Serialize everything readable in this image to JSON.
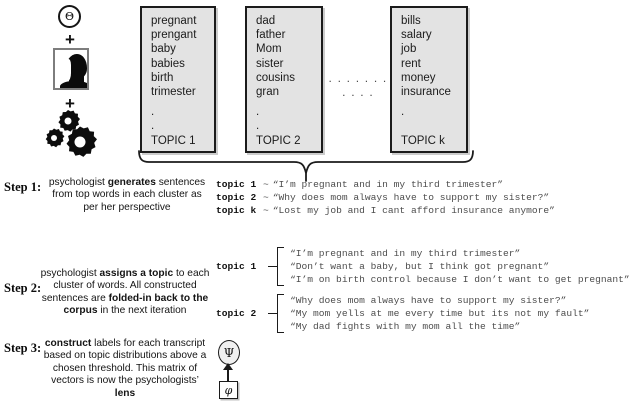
{
  "icon_stack": {
    "theta_symbol": "Θ",
    "plus_1": "+",
    "plus_2": "+",
    "silhouette_icon_name": "person-silhouette-icon",
    "gears_icon_name": "gears-icon"
  },
  "topic_boxes": [
    {
      "id": "topic-1",
      "words": [
        "pregnant",
        "prengant",
        "baby",
        "babies",
        "birth",
        "trimester"
      ],
      "dots": [
        ".",
        "."
      ],
      "label": "TOPIC 1"
    },
    {
      "id": "topic-2",
      "words": [
        "dad",
        "father",
        "Mom",
        "sister",
        "cousins",
        "gran"
      ],
      "dots": [
        ".",
        "."
      ],
      "label": "TOPIC 2"
    },
    {
      "id": "topic-k",
      "words": [
        "bills",
        "salary",
        "job",
        "rent",
        "money",
        "insurance"
      ],
      "dots": [
        ".",
        ""
      ],
      "label": "TOPIC k"
    }
  ],
  "between_boxes_ellipsis": ". . . . . . . . . . .",
  "steps": [
    {
      "label": "Step 1:",
      "description_html": "psychologist <b>generates</b> sentences from top words in each cluster as per her perspective"
    },
    {
      "label": "Step 2:",
      "description_html": "psychologist <b>assigns a topic</b> to each cluster of words. All constructed sentences are <b>folded-in back to the corpus</b> in the next iteration"
    },
    {
      "label": "Step 3:",
      "description_html": "<b>construct</b> labels for each transcript based on topic distributions above a chosen threshold. This matrix of vectors is now the psychologists&rsquo; <b>lens</b>"
    }
  ],
  "step1_sentences": [
    {
      "topic": "topic 1",
      "tilde": "~",
      "text": "“I’m pregnant and in my third trimester”"
    },
    {
      "topic": "topic 2",
      "tilde": "~",
      "text": "“Why does mom always have to support my sister?”"
    },
    {
      "topic": "topic k",
      "tilde": "~",
      "text": "“Lost my job and I cant afford insurance anymore”"
    }
  ],
  "step2_groups": [
    {
      "topic": "topic 1",
      "sentences": [
        "“I’m pregnant and in my third trimester”",
        "“Don’t want a baby, but I think got pregnant”",
        "“I’m on birth control because I don’t want to get pregnant”"
      ]
    },
    {
      "topic": "topic 2",
      "sentences": [
        "“Why does mom always have to support my sister?”",
        "“My mom yells at me every time but its not my fault”",
        "“My dad fights with my mom all the time”"
      ]
    }
  ],
  "lens_glyph": {
    "psi_symbol": "Ψ",
    "phi_symbol": "φ",
    "arrow_name": "up-arrow-icon"
  },
  "colors": {
    "box_fill": "#e3e3e3",
    "box_border": "#1b1b1b",
    "mono_text": "#4d4d4d",
    "body_text": "#141414"
  }
}
